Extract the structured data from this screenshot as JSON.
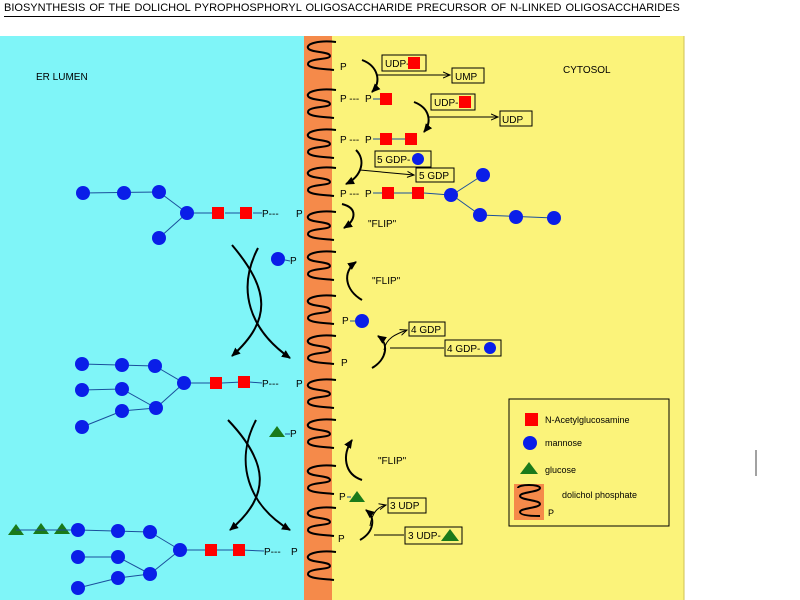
{
  "title": "BIOSYNTHESIS OF THE DOLICHOL PYROPHOSPHORYL OLIGOSACCHARIDE PRECURSOR OF N-LINKED OLIGOSACCHARIDES",
  "regions": {
    "lumen": "ER LUMEN",
    "cytosol": "CYTOSOL"
  },
  "symbols": {
    "phosphate": "P",
    "pyro_link": "P---",
    "pyro_link_cyto": "P ---",
    "flip": "\"FLIP\""
  },
  "donors": {
    "udp": "UDP-",
    "ump": "UMP",
    "udp_plain": "UDP",
    "gdp5": "5 GDP-",
    "gdp5_out": "5 GDP",
    "gdp4_out": "4 GDP",
    "gdp4": "4 GDP-",
    "udp3_out": "3 UDP",
    "udp3": "3 UDP-"
  },
  "legend": {
    "glcnac": "N-Acetylglucosamine",
    "mannose": "mannose",
    "glucose": "glucose",
    "dolichol": "dolichol  phosphate",
    "p": "P"
  },
  "colors": {
    "lumen": "#7ff5f8",
    "cytosol": "#fbf37a",
    "membrane": "#f58a4a",
    "glcnac": "#ff0000",
    "mannose": "#0a1ee8",
    "glucose": "#1a7a1a",
    "line": "#1a4f9c"
  }
}
